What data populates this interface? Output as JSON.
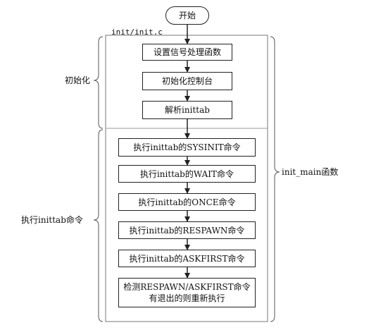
{
  "flowchart": {
    "start": "开始",
    "file_label": "init/init.c",
    "main_label": "init_main函数",
    "section_init": "初始化",
    "section_exec": "执行inittab命令",
    "steps": [
      "设置信号处理函数",
      "初始化控制台",
      "解析inittab",
      "执行inittab的SYSINIT命令",
      "执行inittab的WAIT命令",
      "执行inittab的ONCE命令",
      "执行inittab的RESPAWN命令",
      "执行inittab的ASKFIRST命令"
    ],
    "last_step": {
      "line1": "检测RESPAWN/ASKFIRST命令",
      "line2": "有退出的则重新执行"
    }
  }
}
